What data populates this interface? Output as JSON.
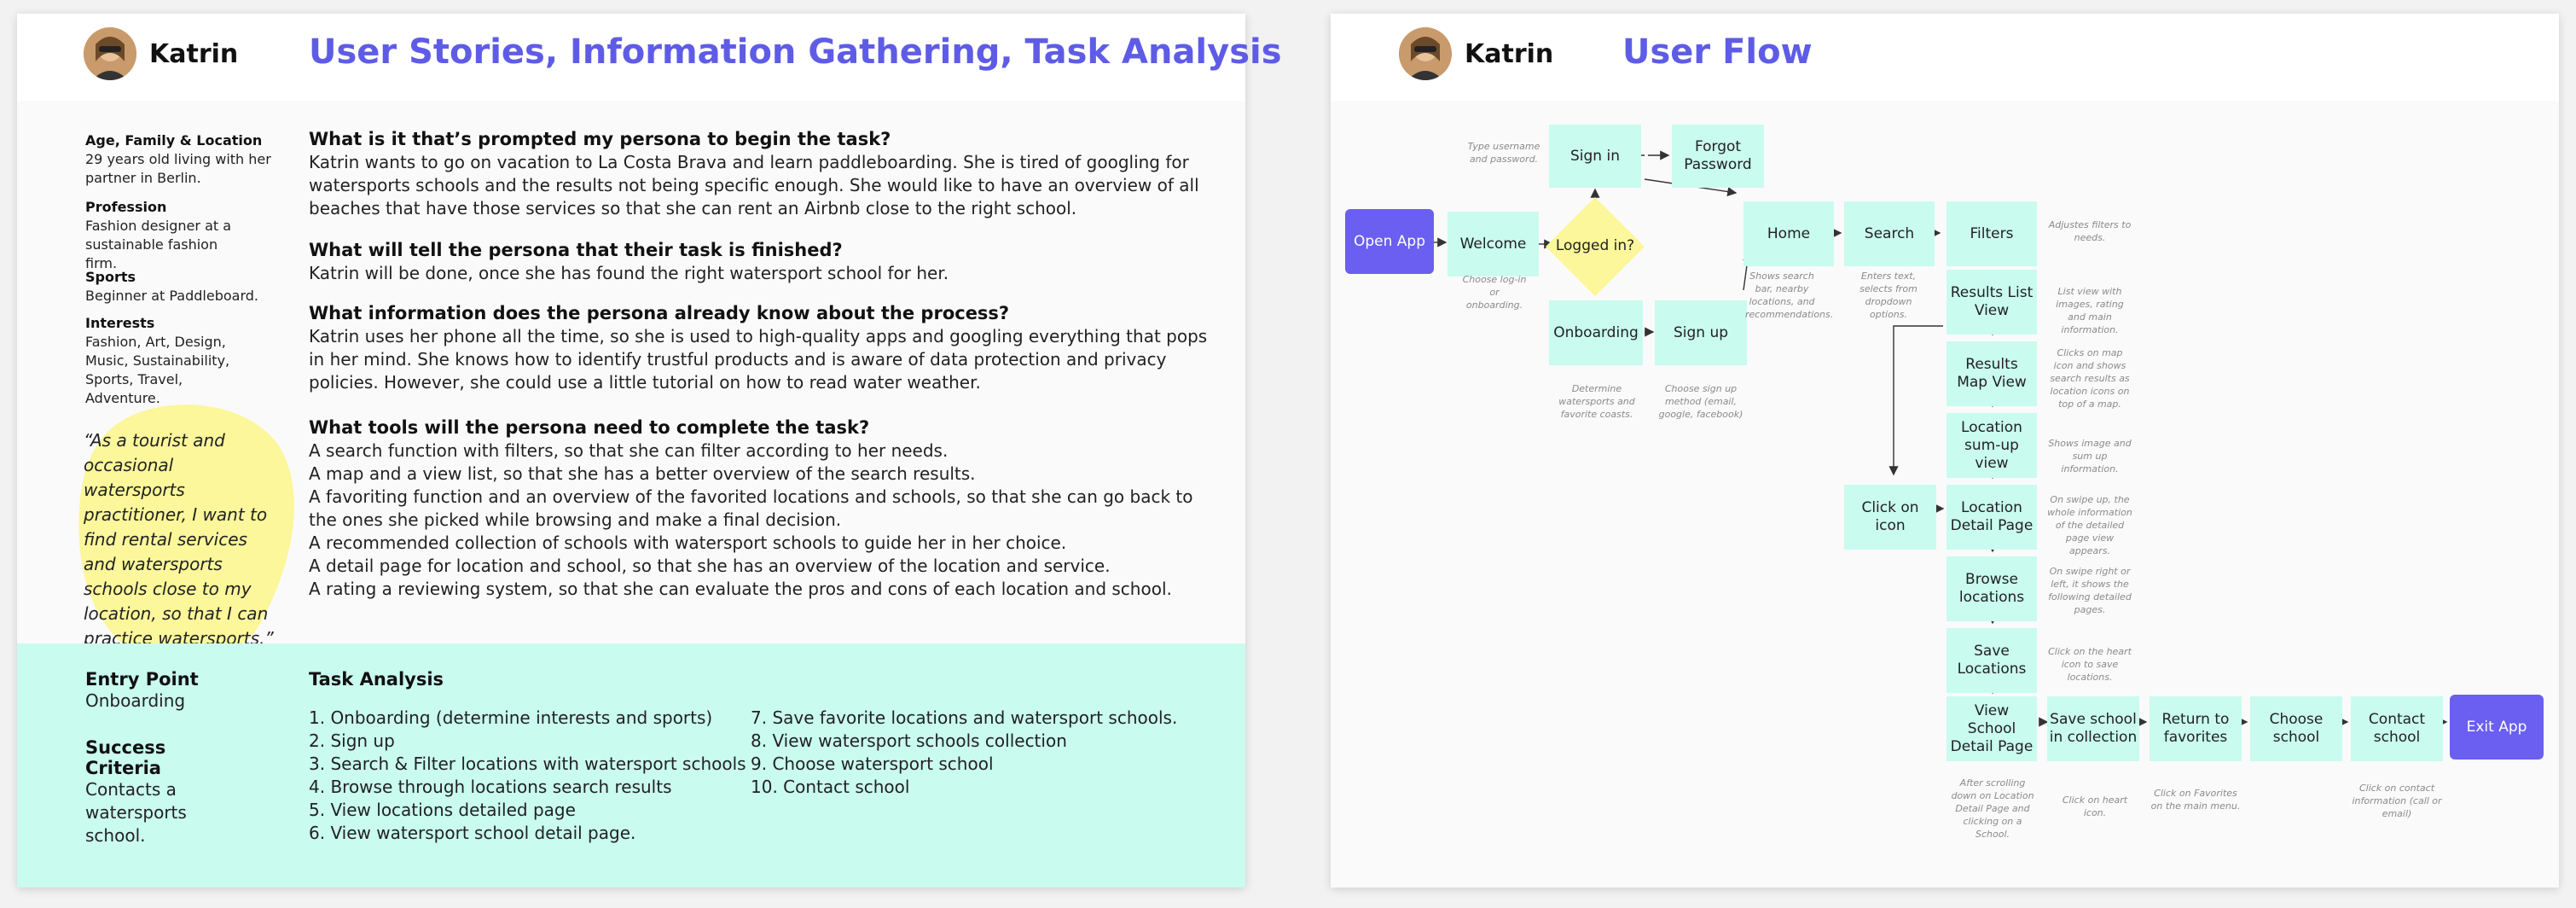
{
  "left": {
    "author": "Katrin",
    "title": "User Stories, Information Gathering, Task Analysis",
    "profile": [
      {
        "label": "Age, Family & Location",
        "value": "29 years old living with her partner in Berlin."
      },
      {
        "label": "Profession",
        "value": "Fashion designer at a sustainable fashion firm."
      },
      {
        "label": "Sports",
        "value": "Beginner at Paddleboard."
      },
      {
        "label": "Interests",
        "value": "Fashion, Art, Design, Music, Sustainability, Sports, Travel, Adventure."
      }
    ],
    "quote": "“As a tourist and occasional watersports practitioner, I want to find rental services and watersports schools close to my location, so that I can practice watersports.”",
    "questions": [
      {
        "q": "What is it that’s prompted my persona to begin the task?",
        "a": "Katrin wants to go on vacation to La Costa Brava and learn paddleboarding. She is tired of googling for watersports schools and the results not being specific enough. She would like to have an overview of all beaches that have those services so that she can rent an Airbnb close to the right school."
      },
      {
        "q": "What will tell the persona that their task is finished?",
        "a": "Katrin will be done, once she has found the right watersport school for her."
      },
      {
        "q": "What information does the persona already know about the process?",
        "a": "Katrin uses her phone all the time, so she is used to high-quality apps and googling everything that pops in her mind. She knows how to identify trustful products and is aware of data protection and privacy policies. However, she could use a little tutorial on how to read water weather."
      },
      {
        "q": "What tools will the persona need to complete the task?",
        "a": [
          "A search function with filters, so that she can filter according to her needs.",
          "A map and a view list, so that she has a better overview of the search results.",
          "A favoriting function and an overview of the favorited locations and schools, so that she can go back to the ones she picked while browsing and make a final decision.",
          "A recommended collection of schools with watersport schools to guide her in her choice.",
          "A detail page for location and school, so that she has an overview of the location and service.",
          "A rating a reviewing system, so that she can evaluate the pros and cons of each location and school."
        ]
      }
    ],
    "entry_point": {
      "label": "Entry Point",
      "value": "Onboarding"
    },
    "success_criteria": {
      "label": "Success Criteria",
      "value": "Contacts a watersports school."
    },
    "task_analysis": {
      "title": "Task Analysis",
      "col1": [
        "1. Onboarding (determine interests and sports)",
        "2. Sign up",
        "3. Search & Filter locations with watersport schools",
        "4. Browse through locations search results",
        "5. View locations detailed page",
        "6. View watersport school detail page."
      ],
      "col2": [
        "7. Save favorite locations and watersport schools.",
        "8. View watersport schools collection",
        "9. Choose watersport school",
        "10. Contact school"
      ]
    }
  },
  "right": {
    "author": "Katrin",
    "title": "User Flow",
    "nodes": {
      "open_app": "Open App",
      "welcome": "Welcome",
      "logged_in": "Logged in?",
      "sign_in": "Sign in",
      "forgot": "Forgot Password",
      "onboarding": "Onboarding",
      "sign_up": "Sign up",
      "home": "Home",
      "search": "Search",
      "filters": "Filters",
      "results_list": "Results List View",
      "results_map": "Results Map View",
      "location_sumup": "Location sum-up view",
      "location_detail": "Location Detail Page",
      "click_icon": "Click on icon",
      "browse_locations": "Browse locations",
      "save_locations": "Save Locations",
      "view_school": "View School Detail Page",
      "save_school": "Save school in collection",
      "return_fav": "Return to favorites",
      "choose_school": "Choose school",
      "contact_school": "Contact school",
      "exit_app": "Exit App"
    },
    "notes": {
      "sign_in": "Type username and password.",
      "welcome": "Choose log-in or onboarding.",
      "onboarding": "Determine watersports and favorite coasts.",
      "sign_up": "Choose sign up method (email, google, facebook)",
      "home": "Shows search bar, nearby locations, and recommendations.",
      "search": "Enters text, selects from dropdown options.",
      "filters": "Adjustes filters to needs.",
      "results_list": "List view with images, rating and main information.",
      "results_map": "Clicks on map icon and shows search results as location icons on top of a map.",
      "location_sumup": "Shows image and sum up information.",
      "location_detail": "On swipe up, the whole information of the detailed page view appears.",
      "browse_locations": "On swipe right or left, it shows the following detailed pages.",
      "save_locations": "Click on the heart icon to save locations.",
      "view_school": "After scrolling down on Location Detail Page and clicking on a School.",
      "save_school": "Click on heart icon.",
      "return_fav": "Click on Favorites on the main menu.",
      "contact_school": "Click on contact information (call or email)"
    }
  },
  "colors": {
    "accent": "#5e5ce6",
    "mint": "#c9fbee",
    "decision": "#fbf79a",
    "terminal": "#6a5ff0"
  }
}
